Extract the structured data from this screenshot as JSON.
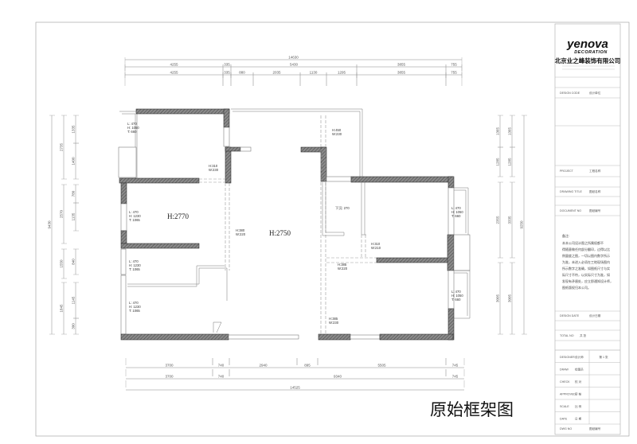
{
  "caption": "原始框架图",
  "title_block": {
    "logo": "yenova",
    "logo_sub": "DECORATION",
    "company": "北京业之峰装饰有限公司",
    "rows": [
      {
        "en": "DESIGN CODE",
        "cn": "设计单位"
      },
      {
        "en": "PROJECT",
        "cn": "工程名称"
      },
      {
        "en": "DRAWING TITLE",
        "cn": "图纸名称"
      },
      {
        "en": "DOCUMENT NO",
        "cn": "图纸编号"
      }
    ],
    "note_title": "备注:",
    "note_lines": [
      "本本公司设计图之所属权都不",
      "得随意做任何部分翻印，过得以比",
      "例量度之图，一切以图内数字所示",
      "为准，未进入必须在工地现场图内",
      "所示数字之准确，如图纸尺寸与实",
      "际尺寸不符，以实际尺寸为准，如",
      "发现有矛盾处，应立即通知设计师，",
      "图纸版权归本公司。"
    ],
    "rows2": [
      {
        "en": "DESIGN DATE",
        "cn": "设计日期"
      },
      {
        "en": "TOTAL NO",
        "cn": "共 张"
      }
    ],
    "sign_rows": [
      {
        "en": "DESIGNER",
        "cn": "设计师"
      },
      {
        "en": "DRAW",
        "cn": "绘图员"
      },
      {
        "en": "CHECK",
        "cn": "校 对"
      },
      {
        "en": "APPROVED",
        "cn": "审 核"
      },
      {
        "en": "SCALE",
        "cn": "比 例"
      },
      {
        "en": "DATE",
        "cn": "日 期"
      }
    ],
    "sheet": "第 1 张",
    "dwg_no": {
      "en": "DWG NO",
      "cn": "图纸编号"
    }
  },
  "rooms": {
    "left_height": "H:2770",
    "center_height": "H:2750",
    "beam_note": "下沉: 270"
  },
  "annotations": [
    "L: 470",
    "H: 1050",
    "T: 660",
    "L: 470",
    "H: 1230",
    "T: 1065",
    "L: 470",
    "H: 1230",
    "T: 1065",
    "L: 470",
    "H: 1230",
    "T: 1065",
    "L: 470",
    "H: 1050",
    "T: 660",
    "L: 470",
    "H: 1050",
    "T: 660",
    "H:310",
    "W:230",
    "H:380",
    "W:220",
    "H:450",
    "W:230",
    "H:310",
    "W:210",
    "H:385",
    "W:220",
    "H:385",
    "W:230"
  ],
  "dimensions": {
    "top": [
      "14630",
      "4255",
      "335",
      "5430",
      "3855",
      "755",
      "4255",
      "335",
      "880",
      "2035",
      "1130",
      "1295",
      "3855",
      "755"
    ],
    "bottom": [
      "3700",
      "740",
      "2940",
      "895",
      "5505",
      "745",
      "3700",
      "740",
      "9340",
      "745",
      "14525"
    ],
    "left": [
      "9430",
      "2735",
      "2570",
      "1550",
      "1845",
      "1335",
      "1400",
      "780",
      "1135",
      "840",
      "1145",
      "300"
    ],
    "right": [
      "1365",
      "1285",
      "2355",
      "3005",
      "1365",
      "1285",
      "3335",
      "3005",
      "9250"
    ]
  }
}
